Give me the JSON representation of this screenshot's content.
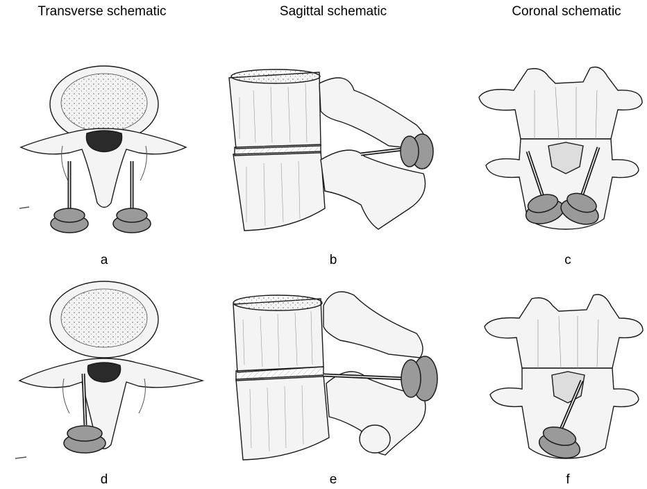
{
  "column_titles": {
    "transverse": "Transverse schematic",
    "sagittal": "Sagittal schematic",
    "coronal": "Coronal schematic"
  },
  "panel_labels": {
    "a": "a",
    "b": "b",
    "c": "c",
    "d": "d",
    "e": "e",
    "f": "f"
  },
  "colors": {
    "implant_fill": "#9a9a9a",
    "outline": "#1a1a1a",
    "bone_fill": "#f4f4f4",
    "background": "#ffffff"
  }
}
